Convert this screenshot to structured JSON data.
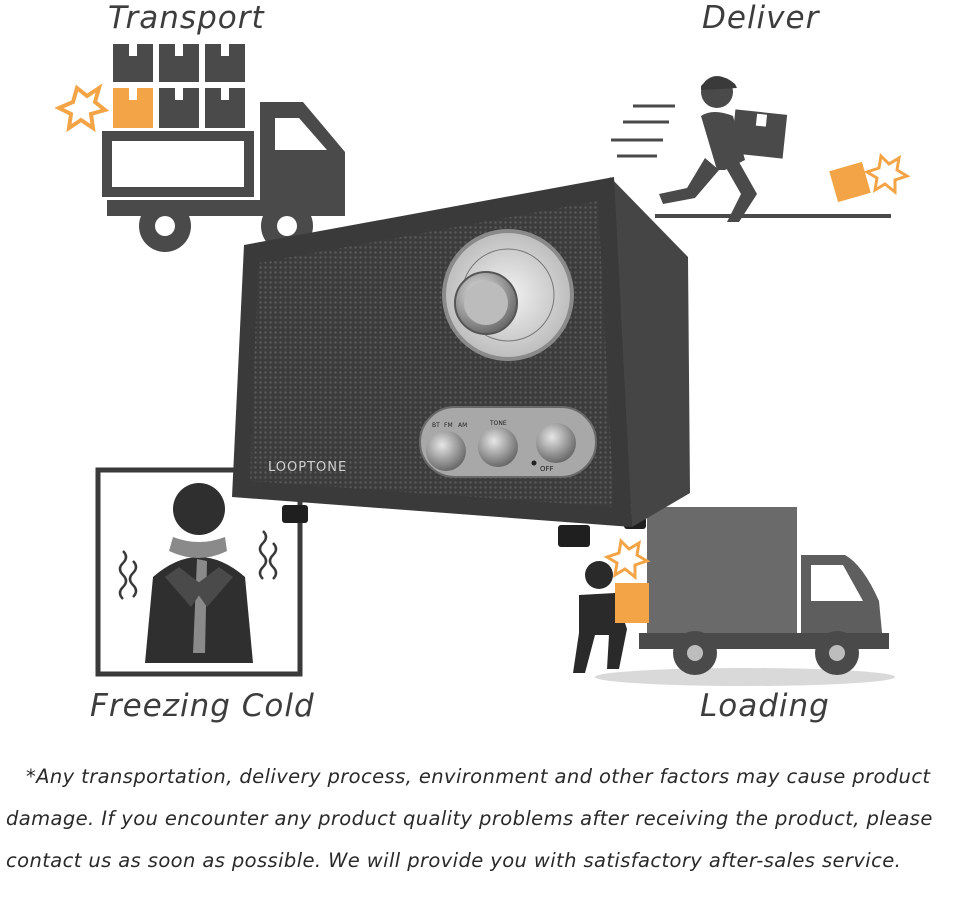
{
  "labels": {
    "transport": "Transport",
    "deliver": "Deliver",
    "freezing_cold": "Freezing Cold",
    "loading": "Loading"
  },
  "radio": {
    "brand": "LOOPTONE",
    "switch_label": "OFF",
    "knob_labels": [
      "BT",
      "FM",
      "AM",
      "TONE"
    ]
  },
  "notice": {
    "text": "*Any transportation, delivery process, environment and other factors may cause product damage. If you encounter any product quality problems after receiving the product, please contact us as soon as possible. We will provide you with satisfactory after-sales service."
  },
  "colors": {
    "icon_gray": "#4a4a4a",
    "accent_orange": "#f2a447",
    "radio_wood": "#3a3a3a",
    "truck_gray": "#5e5e5e"
  }
}
